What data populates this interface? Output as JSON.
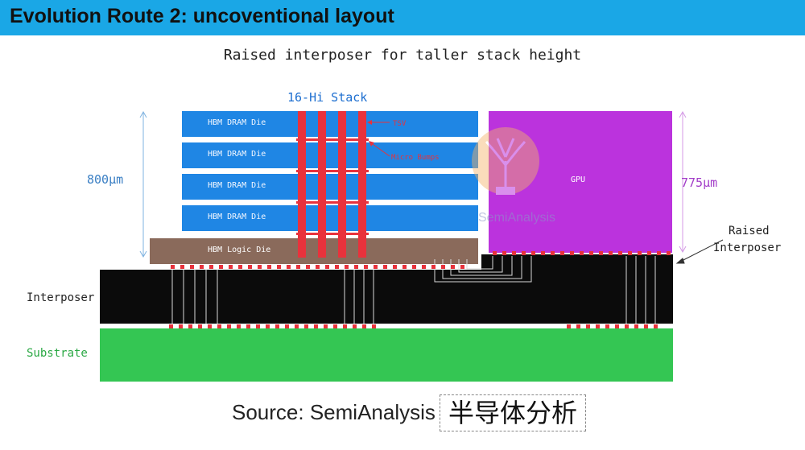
{
  "header": {
    "title": "Evolution Route 2:  uncoventional layout"
  },
  "diagram": {
    "subtitle": "Raised interposer for taller stack height",
    "stack_label": "16-Hi Stack",
    "dram_dies": [
      "HBM DRAM Die",
      "HBM DRAM Die",
      "HBM DRAM Die",
      "HBM DRAM Die"
    ],
    "logic_die": "HBM Logic Die",
    "tsv_label": "TSV",
    "bump_label": "Micro Bumps",
    "gpu_label": "GPU",
    "height_left": "800μm",
    "height_right": "775μm",
    "raised_interposer_line1": "Raised",
    "raised_interposer_line2": "Interposer",
    "interposer_label": "Interposer",
    "substrate_label": "Substrate",
    "watermark": "SemiAnalysis",
    "colors": {
      "header": "#1aa7e6",
      "dram": "#1f86e4",
      "logic": "#8a6a5b",
      "gpu": "#bb33dd",
      "interposer": "#0b0b0b",
      "substrate": "#34c653",
      "tsv": "#e8323c",
      "height_left": "#3a7fc4",
      "height_right": "#a23cc8"
    }
  },
  "source": {
    "text": "Source: SemiAnalysis",
    "cn": "半导体分析"
  }
}
